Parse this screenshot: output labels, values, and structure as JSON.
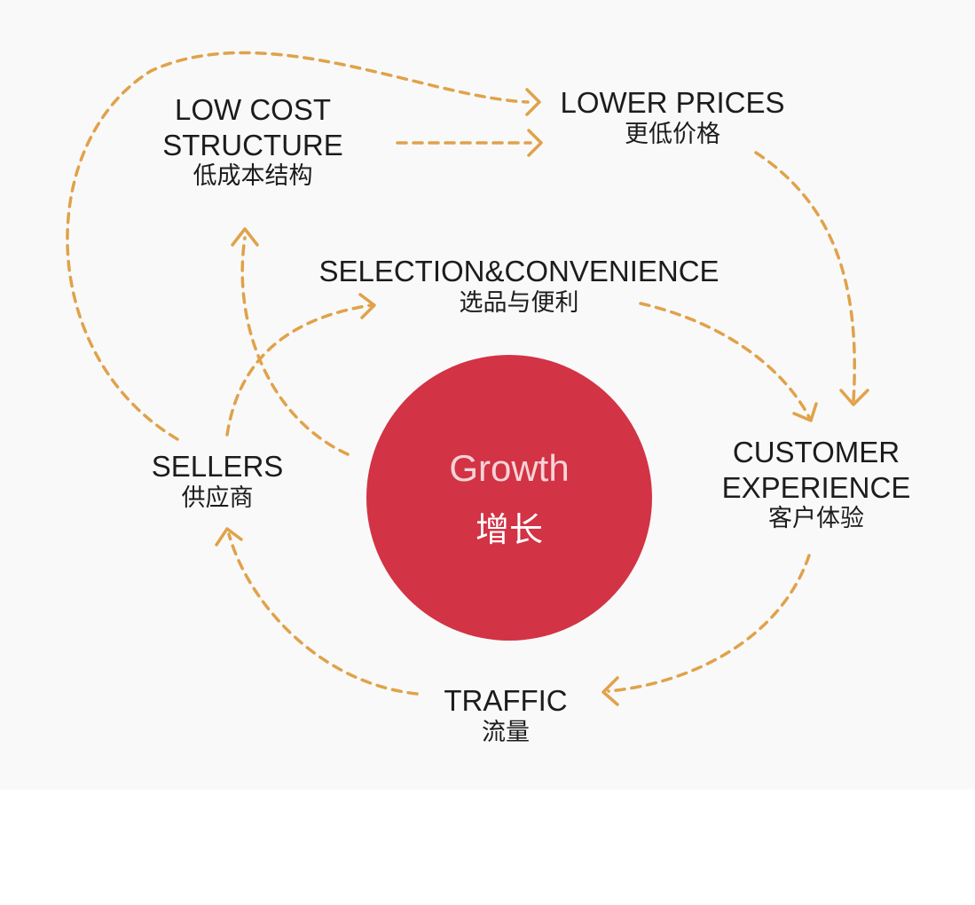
{
  "center": {
    "label_en": "Growth",
    "label_zh": "增长",
    "color": "#d23345"
  },
  "nodes": {
    "low_cost": {
      "en_line1": "LOW COST",
      "en_line2": "STRUCTURE",
      "zh": "低成本结构"
    },
    "lower_prices": {
      "en": "LOWER PRICES",
      "zh": "更低价格"
    },
    "selection": {
      "en": "SELECTION&CONVENIENCE",
      "zh": "选品与便利"
    },
    "customer": {
      "en_line1": "CUSTOMER",
      "en_line2": "EXPERIENCE",
      "zh": "客户体验"
    },
    "sellers": {
      "en": "SELLERS",
      "zh": "供应商"
    },
    "traffic": {
      "en": "TRAFFIC",
      "zh": "流量"
    }
  },
  "arrow_color": "#e0a24a"
}
